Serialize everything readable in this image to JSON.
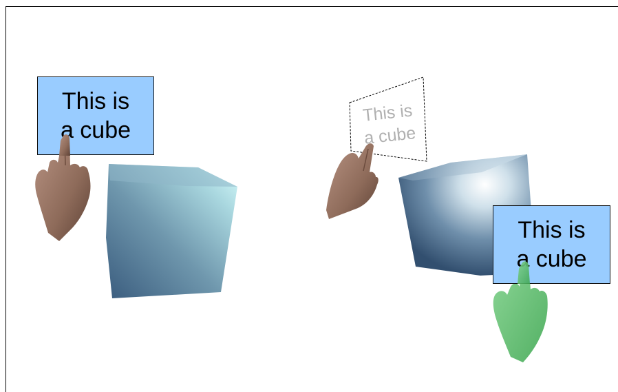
{
  "scene_left": {
    "label": {
      "line1": "This is",
      "line2": "a cube"
    }
  },
  "scene_right": {
    "ghost_label": {
      "line1": "This is",
      "line2": "a cube"
    },
    "label": {
      "line1": "This is",
      "line2": "a cube"
    }
  },
  "colors": {
    "label_fill": "#99ccff",
    "cube_dark": "#3d5f80",
    "cube_light": "#cdf3f5",
    "hand_skin": "#9b7868",
    "hand_ghost_green": "#5cc06a",
    "ghost_border": "#000000",
    "ghost_text": "#b0b0b0"
  }
}
